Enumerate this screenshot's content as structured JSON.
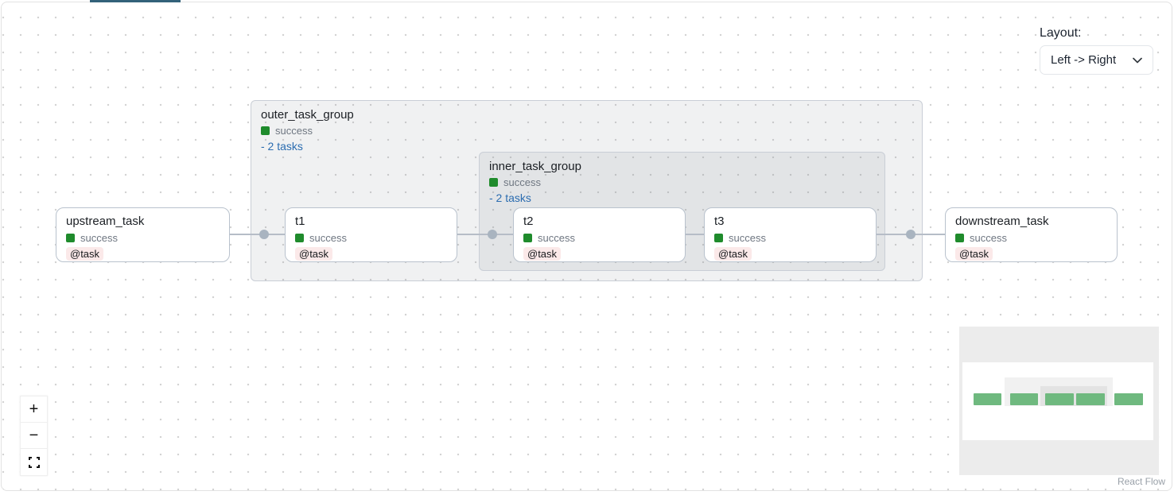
{
  "layout_panel": {
    "label": "Layout:",
    "value": "Left -> Right"
  },
  "groups": [
    {
      "title": "outer_task_group",
      "status": "success",
      "toggle": "- 2 tasks"
    },
    {
      "title": "inner_task_group",
      "status": "success",
      "toggle": "- 2 tasks"
    }
  ],
  "nodes": [
    {
      "title": "upstream_task",
      "status": "success",
      "badge": "@task"
    },
    {
      "title": "t1",
      "status": "success",
      "badge": "@task"
    },
    {
      "title": "t2",
      "status": "success",
      "badge": "@task"
    },
    {
      "title": "t3",
      "status": "success",
      "badge": "@task"
    },
    {
      "title": "downstream_task",
      "status": "success",
      "badge": "@task"
    }
  ],
  "controls": {
    "zoom_in": "+",
    "zoom_out": "−"
  },
  "attribution": "React Flow",
  "colors": {
    "success_green": "#1f8b2c",
    "badge_bg": "#fbe9e9",
    "link_blue": "#2b6cb0",
    "edge": "#b6bdc7",
    "edge_dot": "#a9b4c0",
    "minimap_node": "#6fb97f",
    "tab_indicator": "#33627a"
  }
}
